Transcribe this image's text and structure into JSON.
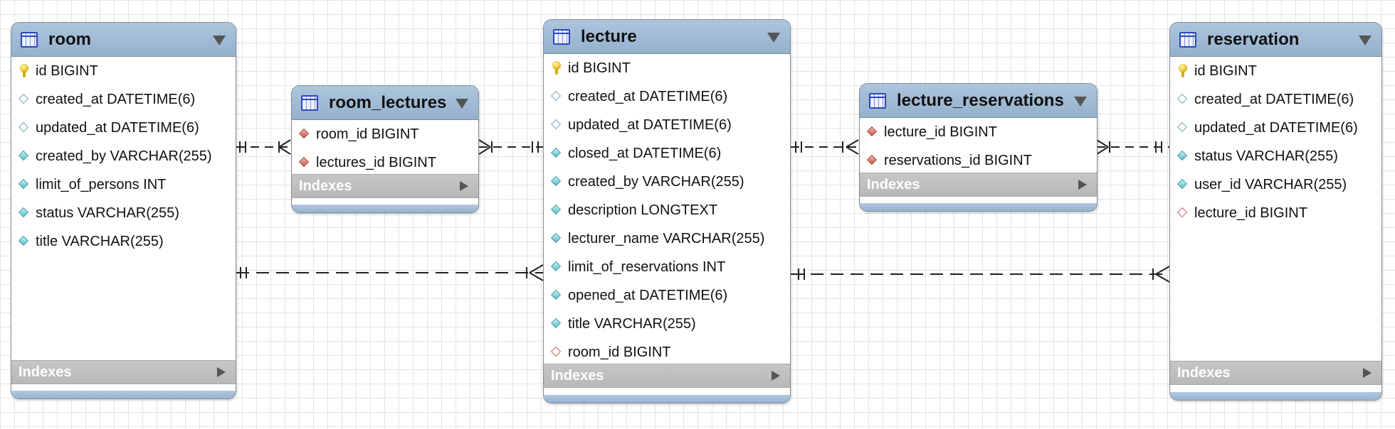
{
  "diagram": {
    "indexes_label": "Indexes",
    "tables": {
      "room": {
        "name": "room",
        "columns": [
          {
            "text": "id BIGINT",
            "icon": "primary-key-icon"
          },
          {
            "text": "created_at DATETIME(6)",
            "icon": "nullable-column-icon"
          },
          {
            "text": "updated_at DATETIME(6)",
            "icon": "nullable-column-icon"
          },
          {
            "text": "created_by VARCHAR(255)",
            "icon": "not-null-column-icon"
          },
          {
            "text": "limit_of_persons INT",
            "icon": "not-null-column-icon"
          },
          {
            "text": "status VARCHAR(255)",
            "icon": "not-null-column-icon"
          },
          {
            "text": "title VARCHAR(255)",
            "icon": "not-null-column-icon"
          }
        ]
      },
      "room_lectures": {
        "name": "room_lectures",
        "columns": [
          {
            "text": "room_id BIGINT",
            "icon": "foreign-key-icon"
          },
          {
            "text": "lectures_id BIGINT",
            "icon": "foreign-key-icon"
          }
        ]
      },
      "lecture": {
        "name": "lecture",
        "columns": [
          {
            "text": "id BIGINT",
            "icon": "primary-key-icon"
          },
          {
            "text": "created_at DATETIME(6)",
            "icon": "nullable-column-icon"
          },
          {
            "text": "updated_at DATETIME(6)",
            "icon": "nullable-column-icon"
          },
          {
            "text": "closed_at DATETIME(6)",
            "icon": "not-null-column-icon"
          },
          {
            "text": "created_by VARCHAR(255)",
            "icon": "not-null-column-icon"
          },
          {
            "text": "description LONGTEXT",
            "icon": "not-null-column-icon"
          },
          {
            "text": "lecturer_name VARCHAR(255)",
            "icon": "not-null-column-icon"
          },
          {
            "text": "limit_of_reservations INT",
            "icon": "not-null-column-icon"
          },
          {
            "text": "opened_at DATETIME(6)",
            "icon": "not-null-column-icon"
          },
          {
            "text": "title VARCHAR(255)",
            "icon": "not-null-column-icon"
          },
          {
            "text": "room_id BIGINT",
            "icon": "nullable-foreign-key-icon"
          }
        ]
      },
      "lecture_reservations": {
        "name": "lecture_reservations",
        "columns": [
          {
            "text": "lecture_id BIGINT",
            "icon": "foreign-key-icon"
          },
          {
            "text": "reservations_id BIGINT",
            "icon": "foreign-key-icon"
          }
        ]
      },
      "reservation": {
        "name": "reservation",
        "columns": [
          {
            "text": "id BIGINT",
            "icon": "primary-key-icon"
          },
          {
            "text": "created_at DATETIME(6)",
            "icon": "nullable-column-icon"
          },
          {
            "text": "updated_at DATETIME(6)",
            "icon": "nullable-column-icon"
          },
          {
            "text": "status VARCHAR(255)",
            "icon": "not-null-column-icon"
          },
          {
            "text": "user_id VARCHAR(255)",
            "icon": "not-null-column-icon"
          },
          {
            "text": "lecture_id BIGINT",
            "icon": "nullable-foreign-key-icon"
          }
        ]
      }
    }
  }
}
